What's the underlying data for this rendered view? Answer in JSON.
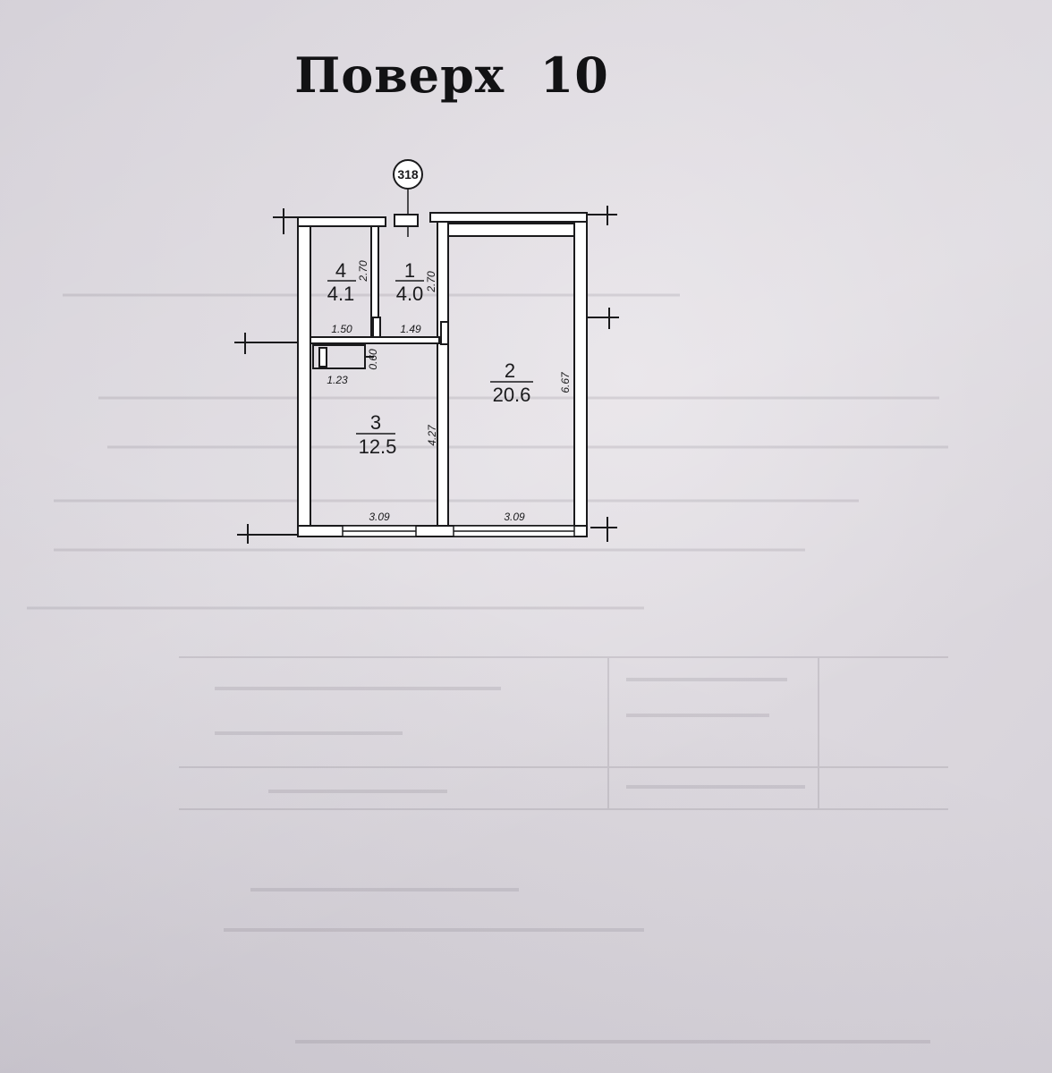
{
  "header": {
    "title": "Поверх  10"
  },
  "plan": {
    "marker": "318",
    "rooms": [
      {
        "number": "1",
        "area": "4.0"
      },
      {
        "number": "2",
        "area": "20.6"
      },
      {
        "number": "3",
        "area": "12.5"
      },
      {
        "number": "4",
        "area": "4.1"
      }
    ],
    "dimensions": {
      "room4_width": "1.50",
      "room4_height": "2.70",
      "room1_width": "1.49",
      "room1_height": "2.70",
      "niche_width": "1.23",
      "niche_height": "0.60",
      "room3_height": "4.27",
      "room3_width": "3.09",
      "room2_width": "3.09",
      "room2_height": "6.67"
    }
  },
  "colors": {
    "ink": "#1a1a1c",
    "paper": "#dcd8de"
  }
}
